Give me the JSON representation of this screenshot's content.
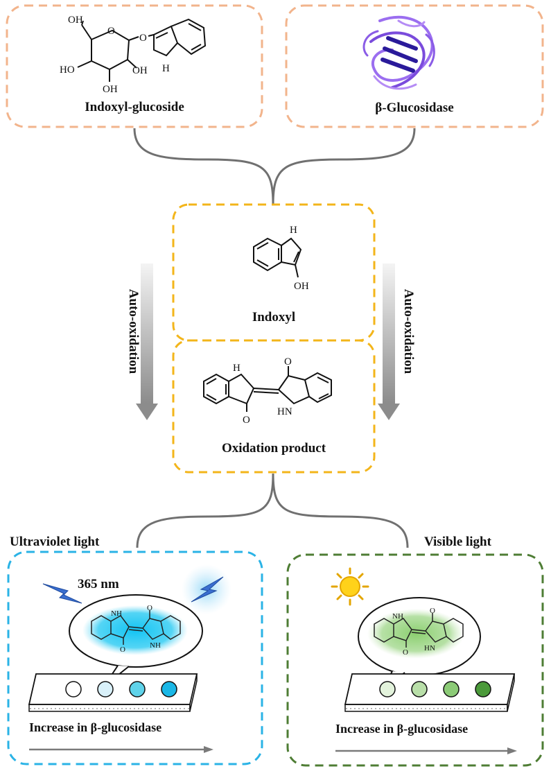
{
  "boxes": {
    "substrate": {
      "label": "Indoxyl-glucoside"
    },
    "enzyme": {
      "label": "β-Glucosidase"
    },
    "intermediate": {
      "label": "Indoxyl"
    },
    "product": {
      "label": "Oxidation product"
    }
  },
  "arrows": {
    "left_label": "Auto-oxidation",
    "right_label": "Auto-oxidation"
  },
  "panels": {
    "uv": {
      "title": "Ultraviolet light",
      "wavelength": "365 nm",
      "axis_label": "Increase in β-glucosidase",
      "border_color": "#2ab3e6",
      "glow_color": "#1ec2f2",
      "well_colors": [
        "#ffffff",
        "#d9f1fa",
        "#5fd3ea",
        "#1ab7e6"
      ]
    },
    "visible": {
      "title": "Visible light",
      "axis_label": "Increase in β-glucosidase",
      "border_color": "#4e7d34",
      "glow_color": "#7ec46a",
      "well_colors": [
        "#e3f3dc",
        "#b9dfa9",
        "#8ccb77",
        "#4b9a3a"
      ]
    }
  },
  "structure_text": {
    "oh": "OH",
    "ho": "HO",
    "o": "O",
    "h": "H",
    "nh": "NH",
    "hn": "HN"
  },
  "colors": {
    "top_box_border": "#f2b48c",
    "middle_box_border": "#f3b51a",
    "connector": "#707070",
    "protein": "#6a40c8"
  }
}
